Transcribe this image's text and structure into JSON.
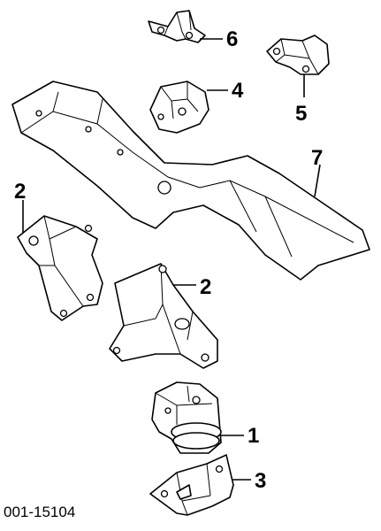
{
  "callouts": {
    "c6": "6",
    "c4": "4",
    "c5": "5",
    "c7": "7",
    "c2_left": "2",
    "c2_right": "2",
    "c1": "1",
    "c3": "3"
  },
  "figure_code": "001-15104"
}
